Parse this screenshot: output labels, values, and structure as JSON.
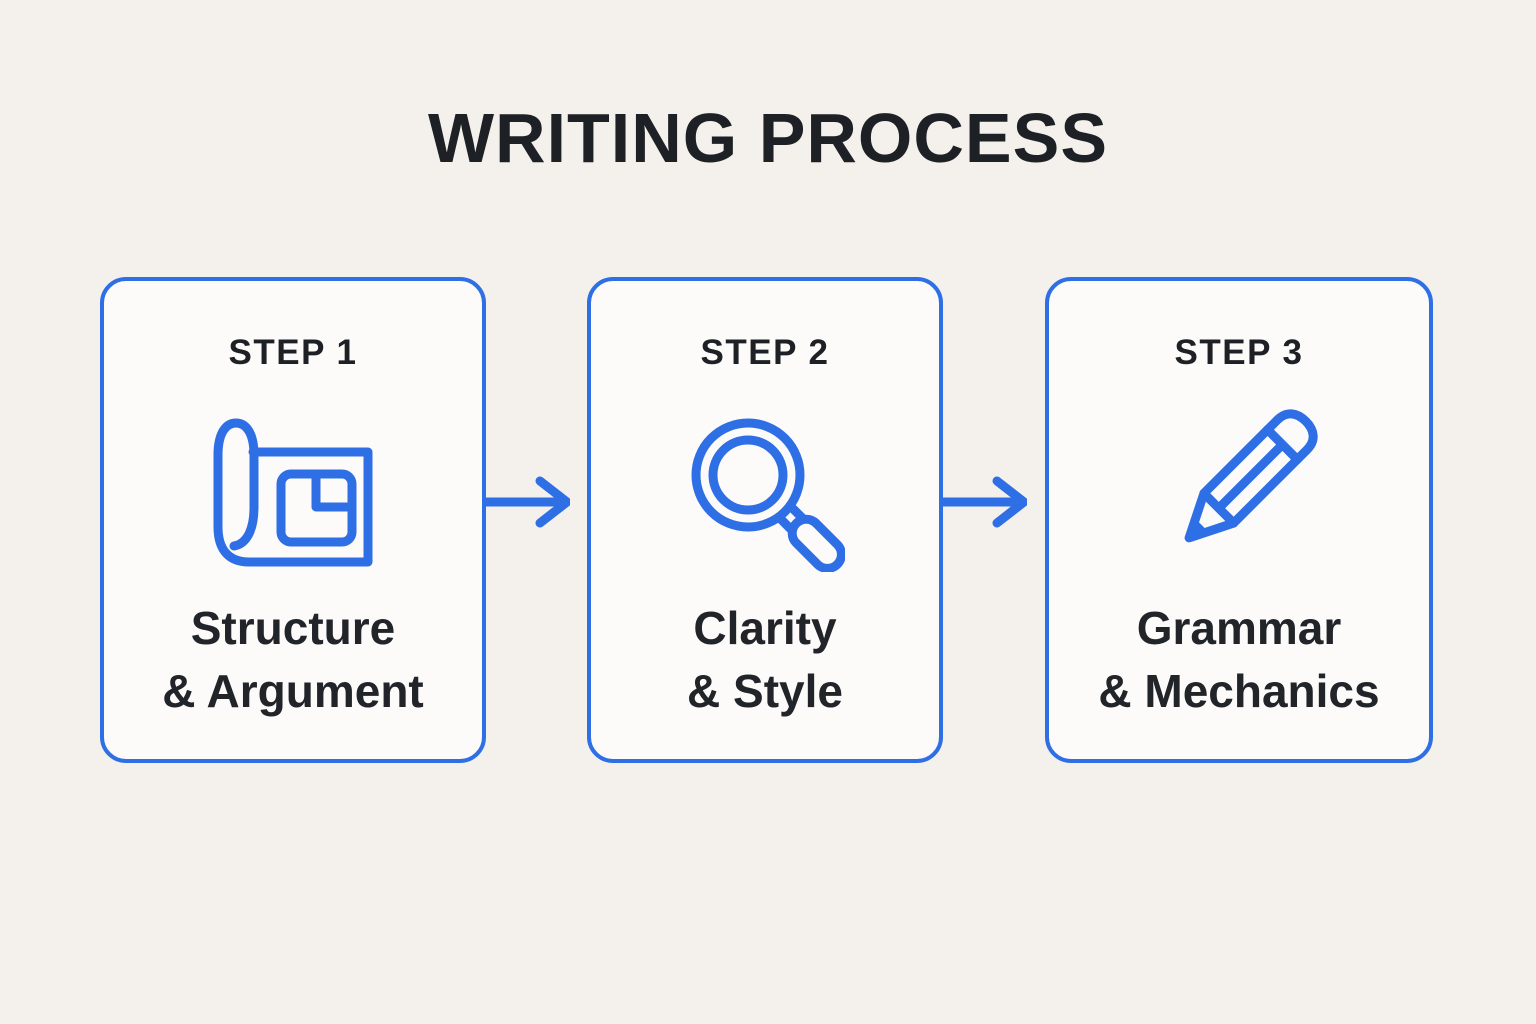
{
  "title": "WRITING PROCESS",
  "colors": {
    "accent": "#2e6fe6",
    "background": "#f4f0eb",
    "card_bg": "#fcfbf9",
    "text_dark": "#1d2025"
  },
  "steps": [
    {
      "label": "STEP 1",
      "icon": "blueprint-icon",
      "line1": "Structure",
      "line2": "& Argument"
    },
    {
      "label": "STEP 2",
      "icon": "magnifying-glass-icon",
      "line1": "Clarity",
      "line2": "& Style"
    },
    {
      "label": "STEP 3",
      "icon": "pencil-icon",
      "line1": "Grammar",
      "line2": "& Mechanics"
    }
  ],
  "connectors": [
    {
      "icon": "right-arrow-icon"
    },
    {
      "icon": "right-arrow-icon"
    }
  ]
}
